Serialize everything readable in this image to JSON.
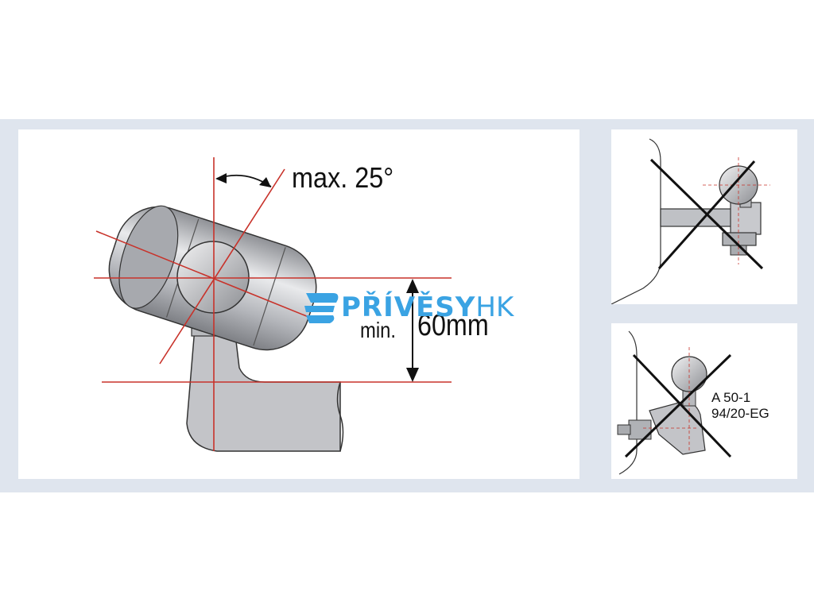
{
  "main_panel": {
    "angle_label": "max. 25°",
    "height_label_prefix": "min.",
    "height_label_value": "60mm",
    "logo": {
      "text": "PŘÍVĚSY",
      "suffix": "HK",
      "color": "#3aa3e3"
    }
  },
  "bottom_right_panel": {
    "approval_line_1": "A 50-1",
    "approval_line_2": "94/20-EG"
  },
  "colors": {
    "guide_lines": "#c8322a",
    "cross": "#111111",
    "background_band": "#dfe5ee",
    "metal": "#b9bbc0"
  }
}
